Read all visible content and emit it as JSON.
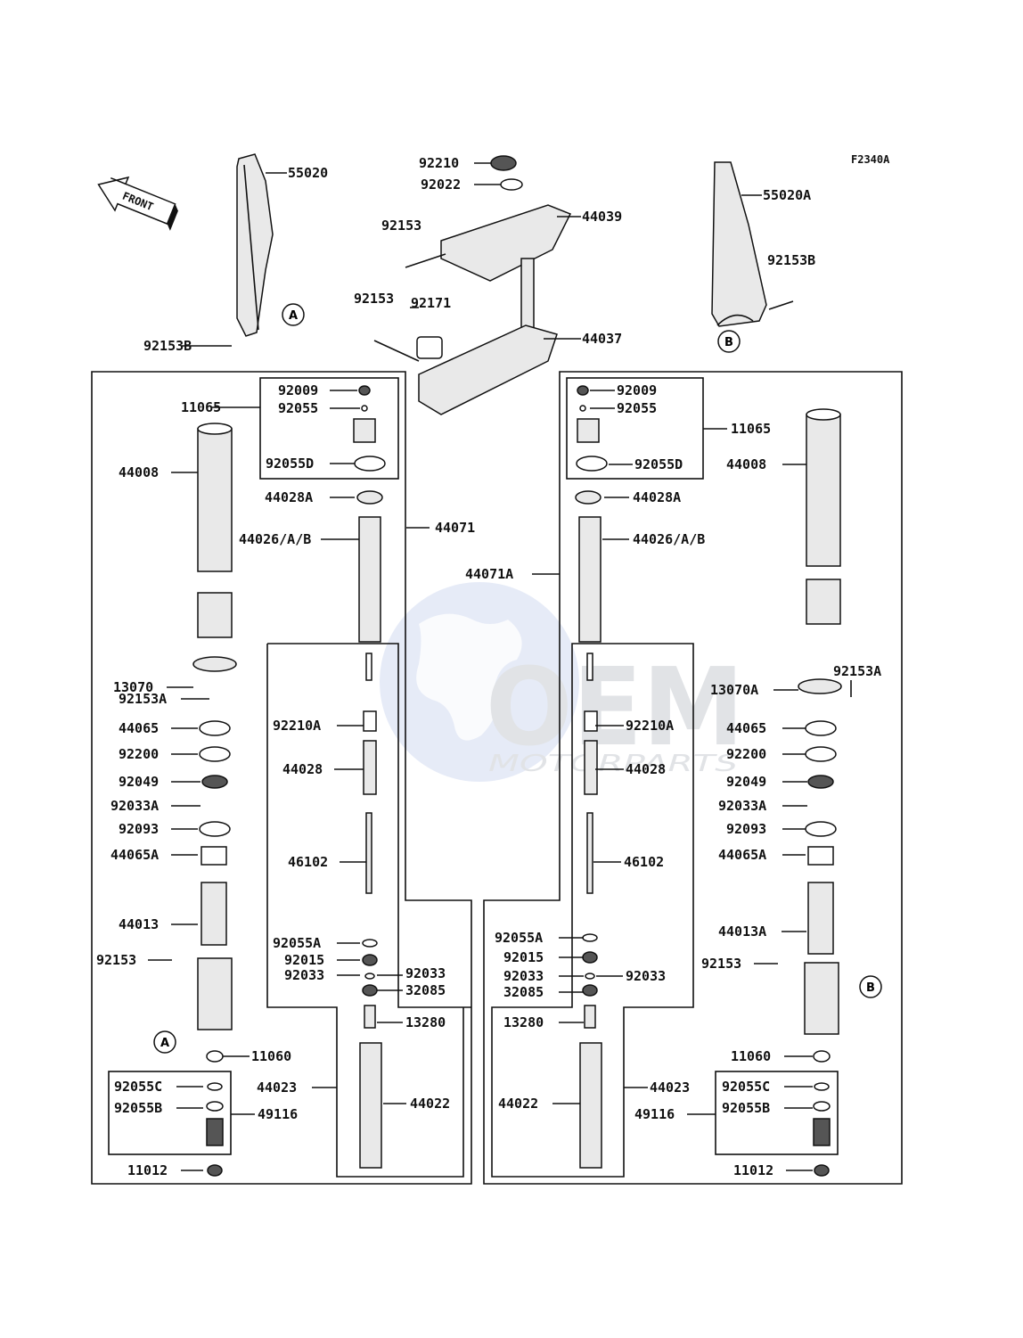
{
  "diagram_code": "F2340A",
  "front_label": "FRONT",
  "watermark": {
    "brand": "OEM",
    "sub": "MOTORPARTS"
  },
  "refs": {
    "a": "A",
    "b": "B"
  },
  "parts": {
    "p55020": "55020",
    "p55020A": "55020A",
    "p92153B_l": "92153B",
    "p92153B_r": "92153B",
    "p92210": "92210",
    "p92022": "92022",
    "p92153_top": "92153",
    "p44039": "44039",
    "p92153_mid": "92153",
    "p92171": "92171",
    "p44037": "44037",
    "l11065": "11065",
    "l92009": "92009",
    "l92055": "92055",
    "l92055D": "92055D",
    "l44008": "44008",
    "l44028A": "44028A",
    "l44071": "44071",
    "l44026": "44026/A/B",
    "l13070": "13070",
    "l92153A": "92153A",
    "l44065": "44065",
    "l92200": "92200",
    "l92049": "92049",
    "l92033A": "92033A",
    "l92093": "92093",
    "l44065A": "44065A",
    "l44013": "44013",
    "l92153": "92153",
    "l11060": "11060",
    "l92055C": "92055C",
    "l92055B": "92055B",
    "l49116": "49116",
    "l11012": "11012",
    "l92210A": "92210A",
    "l44028": "44028",
    "l46102": "46102",
    "l92055A": "92055A",
    "l92015": "92015",
    "l92033": "92033",
    "l92033b": "92033",
    "l32085": "32085",
    "l13280": "13280",
    "l44023": "44023",
    "l44022": "44022",
    "r92009": "92009",
    "r92055": "92055",
    "r11065": "11065",
    "r92055D": "92055D",
    "r44008": "44008",
    "r44028A": "44028A",
    "r44026": "44026/A/B",
    "r44071A": "44071A",
    "r92153A": "92153A",
    "r13070A": "13070A",
    "r44065": "44065",
    "r92200": "92200",
    "r92049": "92049",
    "r92033A": "92033A",
    "r92093": "92093",
    "r44065A": "44065A",
    "r44013A": "44013A",
    "r92153": "92153",
    "r11060": "11060",
    "r92055C": "92055C",
    "r92055B": "92055B",
    "r49116": "49116",
    "r11012": "11012",
    "r92210A": "92210A",
    "r44028": "44028",
    "r46102": "46102",
    "r92055A": "92055A",
    "r92015": "92015",
    "r92033": "92033",
    "r92033b": "92033",
    "r32085": "32085",
    "r13280": "13280",
    "r44023": "44023",
    "r44022": "44022"
  }
}
